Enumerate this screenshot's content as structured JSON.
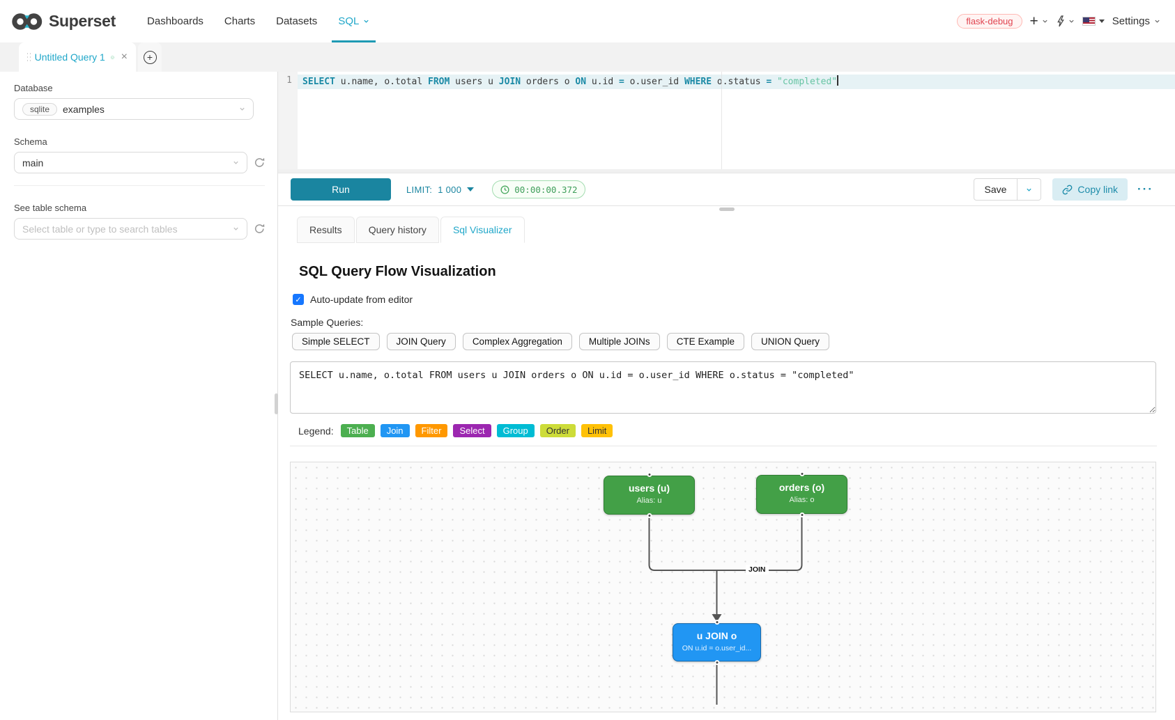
{
  "nav": {
    "brand": "Superset",
    "items": [
      "Dashboards",
      "Charts",
      "Datasets",
      "SQL"
    ],
    "active_item": "SQL",
    "env_badge": "flask-debug",
    "settings_label": "Settings"
  },
  "query_tab": {
    "title": "Untitled Query 1"
  },
  "sidebar": {
    "database_label": "Database",
    "database_engine": "sqlite",
    "database_value": "examples",
    "schema_label": "Schema",
    "schema_value": "main",
    "table_label": "See table schema",
    "table_placeholder": "Select table or type to search tables"
  },
  "editor": {
    "line_number": "1",
    "sql": "SELECT u.name, o.total FROM users u JOIN orders o ON u.id = o.user_id WHERE o.status = \"completed\"",
    "tokens": [
      {
        "text": "SELECT",
        "type": "keyword"
      },
      {
        "text": " u.name, o.total ",
        "type": "plain"
      },
      {
        "text": "FROM",
        "type": "keyword"
      },
      {
        "text": " users u ",
        "type": "plain"
      },
      {
        "text": "JOIN",
        "type": "keyword"
      },
      {
        "text": " orders o ",
        "type": "plain"
      },
      {
        "text": "ON",
        "type": "keyword"
      },
      {
        "text": " u.id ",
        "type": "plain"
      },
      {
        "text": "=",
        "type": "keyword"
      },
      {
        "text": " o.user_id ",
        "type": "plain"
      },
      {
        "text": "WHERE",
        "type": "keyword"
      },
      {
        "text": " o.status ",
        "type": "plain"
      },
      {
        "text": "=",
        "type": "keyword"
      },
      {
        "text": " ",
        "type": "plain"
      },
      {
        "text": "\"completed\"",
        "type": "string"
      }
    ]
  },
  "toolbar": {
    "run_label": "Run",
    "limit_label": "LIMIT:",
    "limit_value": "1 000",
    "timer": "00:00:00.372",
    "save_label": "Save",
    "copy_link_label": "Copy link",
    "more_label": "···"
  },
  "result_tabs": [
    "Results",
    "Query history",
    "Sql Visualizer"
  ],
  "active_result_tab": "Sql Visualizer",
  "visualizer": {
    "title": "SQL Query Flow Visualization",
    "auto_update_label": "Auto-update from editor",
    "auto_update_checked": true,
    "check_glyph": "✓",
    "sample_queries_label": "Sample Queries:",
    "sample_buttons": [
      "Simple SELECT",
      "JOIN Query",
      "Complex Aggregation",
      "Multiple JOINs",
      "CTE Example",
      "UNION Query"
    ],
    "query_text": "SELECT u.name, o.total FROM users u JOIN orders o ON u.id = o.user_id WHERE o.status = \"completed\"",
    "legend_label": "Legend:",
    "legend_items": [
      {
        "label": "Table",
        "color": "#4caf50",
        "text": "#ffffff"
      },
      {
        "label": "Join",
        "color": "#2196f3",
        "text": "#ffffff"
      },
      {
        "label": "Filter",
        "color": "#ff9800",
        "text": "#ffffff"
      },
      {
        "label": "Select",
        "color": "#9c27b0",
        "text": "#ffffff"
      },
      {
        "label": "Group",
        "color": "#00bcd4",
        "text": "#ffffff"
      },
      {
        "label": "Order",
        "color": "#cddc39",
        "text": "#333333"
      },
      {
        "label": "Limit",
        "color": "#ffc107",
        "text": "#333333"
      }
    ],
    "flow": {
      "nodes": [
        {
          "title": "users (u)",
          "subtitle": "Alias: u",
          "type": "table"
        },
        {
          "title": "orders (o)",
          "subtitle": "Alias: o",
          "type": "table"
        },
        {
          "title": "u JOIN o",
          "subtitle": "ON u.id = o.user_id...",
          "type": "join"
        }
      ],
      "edge_label": "JOIN"
    }
  },
  "colors": {
    "accent": "#20a7c9",
    "run_button": "#1a85a0",
    "table_node": "#43a047",
    "join_node": "#2196f3",
    "env_badge_text": "#e0434f",
    "timer_text": "#3f9e5a",
    "keyword": "#1b8aa6",
    "string": "#66c4a3"
  }
}
